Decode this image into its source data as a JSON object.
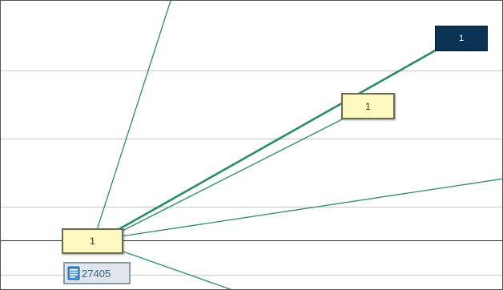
{
  "nodes": {
    "root_value": "1",
    "mid_value": "1",
    "top_right_value": "1",
    "document_id": "27405"
  },
  "icons": {
    "document_icon": "document-icon"
  },
  "colors": {
    "edge": "#2e8b6a",
    "node_fill": "#fdf8c0",
    "selected_node_fill": "#0b3252",
    "document_fill": "#dfe6ee"
  }
}
